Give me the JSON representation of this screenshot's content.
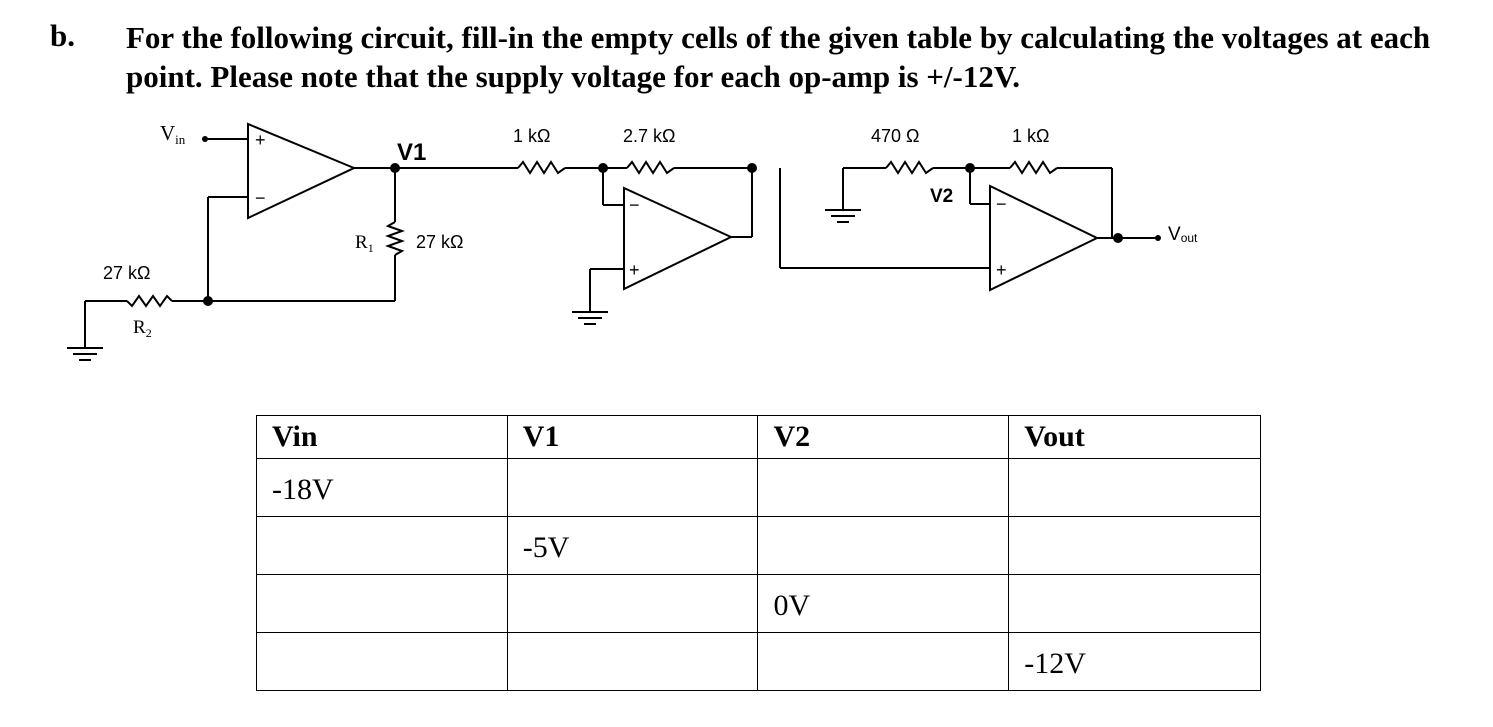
{
  "question": {
    "label": "b.",
    "text": "For the following circuit, fill-in the empty cells of the given table by calculating the voltages at each point.  Please note that the supply voltage for each op-amp is +/-12V."
  },
  "circuit": {
    "vin_label": "V",
    "vin_sub": "in",
    "v1_label": "V1",
    "v2_label": "V2",
    "vout_label": "V",
    "vout_sub": "out",
    "r1_label": "R",
    "r1_sub": "1",
    "r1_value": "27 kΩ",
    "r2_label": "R",
    "r2_sub": "2",
    "r2_value": "27 kΩ",
    "r_1k_a": "1 kΩ",
    "r_2k7": "2.7 kΩ",
    "r_470": "470 Ω",
    "r_1k_b": "1 kΩ",
    "plus": "+",
    "minus": "−"
  },
  "table": {
    "headers": [
      "Vin",
      "V1",
      "V2",
      "Vout"
    ],
    "rows": [
      [
        "-18V",
        "",
        "",
        ""
      ],
      [
        "",
        "-5V",
        "",
        ""
      ],
      [
        "",
        "",
        "0V",
        ""
      ],
      [
        "",
        "",
        "",
        "-12V"
      ]
    ]
  }
}
